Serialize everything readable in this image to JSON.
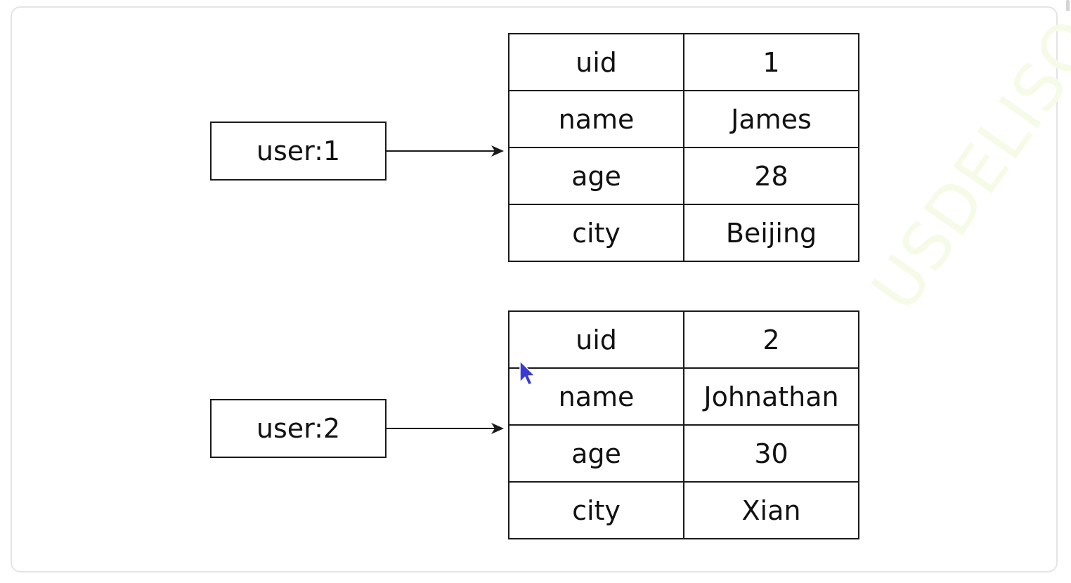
{
  "watermark": "USDELISO",
  "entries": [
    {
      "key": "user:1",
      "fields": [
        {
          "field": "uid",
          "value": "1"
        },
        {
          "field": "name",
          "value": "James"
        },
        {
          "field": "age",
          "value": "28"
        },
        {
          "field": "city",
          "value": "Beijing"
        }
      ]
    },
    {
      "key": "user:2",
      "fields": [
        {
          "field": "uid",
          "value": "2"
        },
        {
          "field": "name",
          "value": "Johnathan"
        },
        {
          "field": "age",
          "value": "30"
        },
        {
          "field": "city",
          "value": "Xian"
        }
      ]
    }
  ],
  "colors": {
    "stroke": "#1a1a1a",
    "cursor": "#3a3ad6",
    "watermark": "#f6fbe8"
  }
}
